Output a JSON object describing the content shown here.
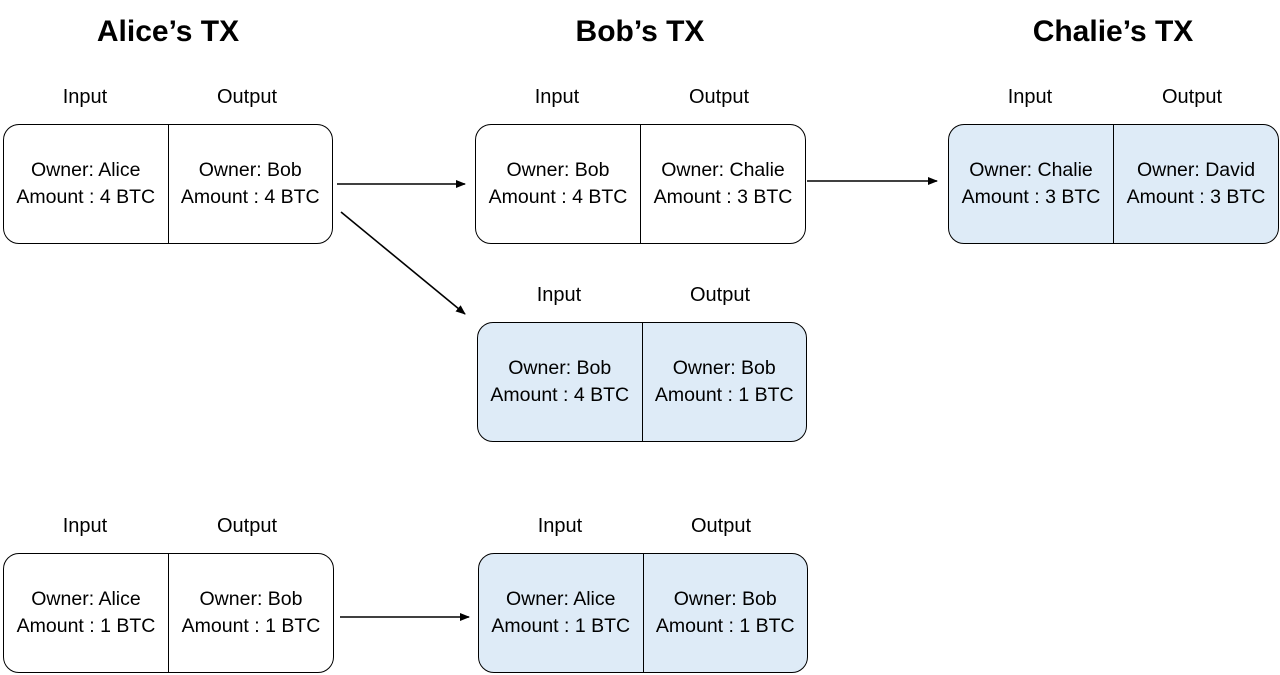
{
  "titles": {
    "alice": "Alice’s TX",
    "bob": "Bob’s TX",
    "chalie": "Chalie’s TX"
  },
  "labels": {
    "input": "Input",
    "output": "Output"
  },
  "colors": {
    "shaded_box": "#deebf7",
    "plain_box": "#ffffff",
    "stroke": "#000000"
  },
  "transactions": {
    "alice_tx_1": {
      "input": {
        "owner": "Owner: Alice",
        "amount": "Amount : 4 BTC"
      },
      "output": {
        "owner": "Owner: Bob",
        "amount": "Amount : 4 BTC"
      }
    },
    "bob_tx_1": {
      "input": {
        "owner": "Owner: Bob",
        "amount": "Amount : 4 BTC"
      },
      "output": {
        "owner": "Owner: Chalie",
        "amount": "Amount : 3 BTC"
      }
    },
    "chalie_tx_1": {
      "input": {
        "owner": "Owner: Chalie",
        "amount": "Amount : 3 BTC"
      },
      "output": {
        "owner": "Owner: David",
        "amount": "Amount : 3 BTC"
      }
    },
    "bob_tx_2": {
      "input": {
        "owner": "Owner: Bob",
        "amount": "Amount : 4 BTC"
      },
      "output": {
        "owner": "Owner: Bob",
        "amount": "Amount : 1 BTC"
      }
    },
    "alice_tx_2": {
      "input": {
        "owner": "Owner: Alice",
        "amount": "Amount : 1 BTC"
      },
      "output": {
        "owner": "Owner: Bob",
        "amount": "Amount : 1 BTC"
      }
    },
    "bob_tx_3": {
      "input": {
        "owner": "Owner: Alice",
        "amount": "Amount : 1 BTC"
      },
      "output": {
        "owner": "Owner: Bob",
        "amount": "Amount : 1 BTC"
      }
    }
  }
}
